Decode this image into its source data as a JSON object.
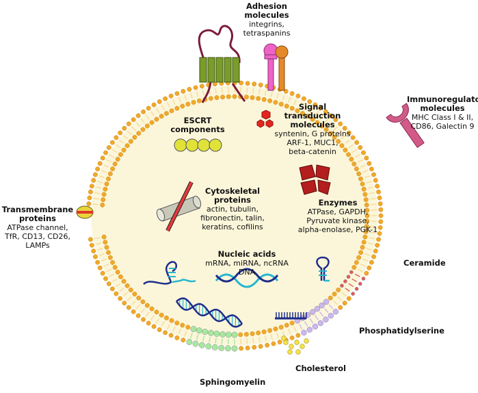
{
  "labels": {
    "adhesion": {
      "title": "Adhesion molecules",
      "items": [
        "integrins,",
        "tetraspanins"
      ]
    },
    "immuno": {
      "title": "Immunoregulatory molecules",
      "items": [
        "MHC Class I & II,",
        "CD86, Galectin 9"
      ]
    },
    "signal": {
      "title": "Signal transduction molecules",
      "items": [
        "syntenin, G proteins",
        "ARF-1, MUC1,",
        "beta-catenin"
      ]
    },
    "escrt": {
      "title": "ESCRT components"
    },
    "transmembrane": {
      "title": "Transmembrane proteins",
      "items": [
        "ATPase channel,",
        "TfR, CD13, CD26,",
        "LAMPs"
      ]
    },
    "cytoskeletal": {
      "title": "Cytoskeletal proteins",
      "items": [
        "actin, tubulin,",
        "fibronectin, talin,",
        "keratins, cofilins"
      ]
    },
    "enzymes": {
      "title": "Enzymes",
      "items": [
        "ATPase, GAPDH,",
        "Pyruvate kinase,",
        "alpha-enolase, PGK-1"
      ]
    },
    "nucleic": {
      "title": "Nucleic acids",
      "items": [
        "mRNA, miRNA, ncRNA",
        "DNA"
      ]
    },
    "ceramide": "Ceramide",
    "phosphatidylserine": "Phosphatidylserine",
    "cholesterol": "Cholesterol",
    "sphingomyelin": "Sphingomyelin"
  },
  "colors": {
    "interior": "#fbf6da",
    "lipid_head": "#f0a92b",
    "lipid_tail": "#f7d99a",
    "ceramide": "#e25b5b",
    "phosphatidylserine": "#cdb6ef",
    "sphingomyelin": "#a6e8a0",
    "cholesterol": "#f3e24a",
    "integrin": "#7a9c2a",
    "tetraspanin_pink": "#ee63c6",
    "tetraspanin_orange": "#e58a2a",
    "immuno": "#d25a88",
    "escrt": "#e0e23a",
    "enzyme": "#b51e1e",
    "signal": "#e3261f",
    "dna_blue": "#1d2d8c",
    "dna_cyan": "#27b6cf"
  }
}
